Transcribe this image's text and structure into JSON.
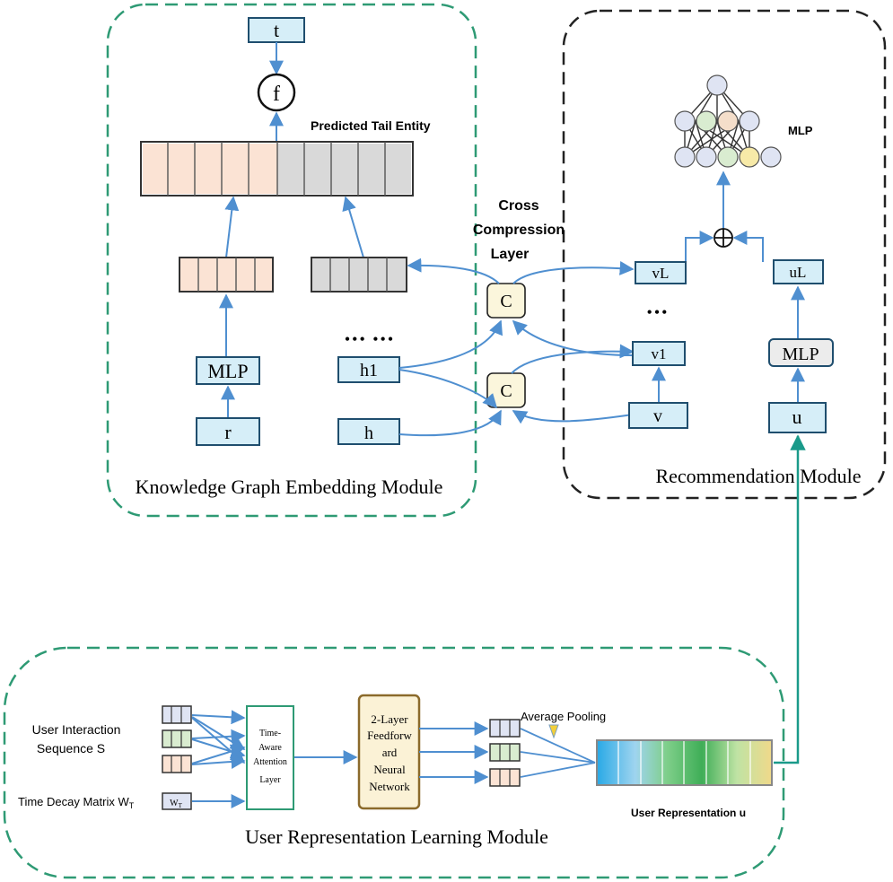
{
  "modules": {
    "kge": {
      "title": "Knowledge Graph Embedding Module"
    },
    "rec": {
      "title": "Recommendation  Module"
    },
    "url": {
      "title": "User Representation Learning Module"
    }
  },
  "kge": {
    "t": "t",
    "f": "f",
    "predicted_tail": "Predicted Tail Entity",
    "mlp": "MLP",
    "r": "r",
    "h1": "h1",
    "h": "h",
    "dots": "•••   •••"
  },
  "cross": {
    "title_line1": "Cross",
    "title_line2": "Compression",
    "title_line3": "Layer",
    "c_top": "C",
    "c_bottom": "C"
  },
  "rec": {
    "mlp_label": "MLP",
    "vL": "vL",
    "uL": "uL",
    "v1": "v1",
    "v": "v",
    "u": "u",
    "mlp_box": "MLP",
    "dots": "•••",
    "plus": "⊕"
  },
  "url": {
    "seq_label_1": "User Interaction",
    "seq_label_2": "Sequence S",
    "decay_label": "Time Decay Matrix W",
    "decay_sub": "T",
    "wt_box": "W",
    "wt_sub": "T",
    "attn_1": "Time-",
    "attn_2": "Aware",
    "attn_3": "Attention",
    "attn_4": "Layer",
    "ffn_1": "2-Layer",
    "ffn_2": "Feedforw",
    "ffn_3": "ard",
    "ffn_4": "Neural",
    "ffn_5": "Network",
    "avg_pool": "Average Pooling",
    "user_rep": "User Representation u"
  },
  "colors": {
    "green_dash": "#2e9a74",
    "black_dash": "#222222",
    "arrow": "#4f8fd0",
    "teal_arrow": "#1a9a8a",
    "box_fill": "#d6eef8",
    "box_stroke": "#1f4e6e",
    "peach": "#fbe3d4",
    "gray": "#d9d9d9",
    "c_fill": "#fbf6dc",
    "ffn_fill": "#fbf2d6",
    "ffn_stroke": "#8b6a2b"
  }
}
